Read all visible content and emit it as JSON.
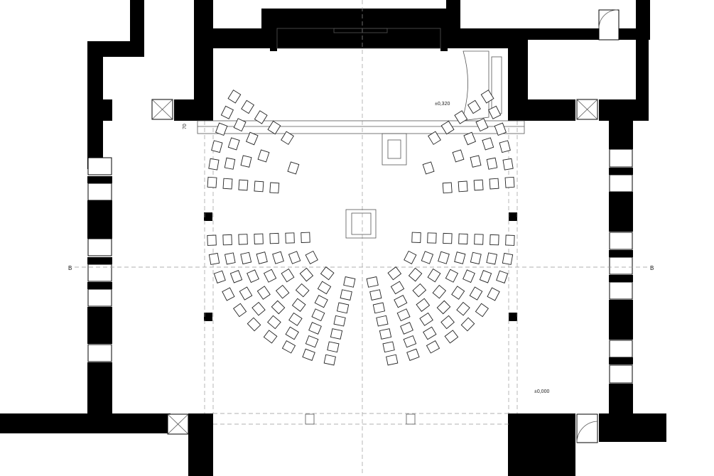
{
  "labels": {
    "level_stage": "±0,320",
    "level_floor": "±0,000",
    "section_left": "B",
    "section_right": "B",
    "dimension": "70"
  },
  "chair_rows": {
    "upper_left": [
      6,
      5,
      4,
      3,
      2,
      1
    ],
    "upper_right": [
      6,
      5,
      4,
      3,
      2,
      1
    ],
    "lower_left": [
      10,
      9,
      8,
      7,
      6,
      5,
      4
    ],
    "lower_right": [
      10,
      9,
      8,
      7,
      6,
      5,
      4
    ]
  },
  "colors": {
    "wall": "#000000",
    "line": "#555555",
    "axis": "#999999"
  }
}
